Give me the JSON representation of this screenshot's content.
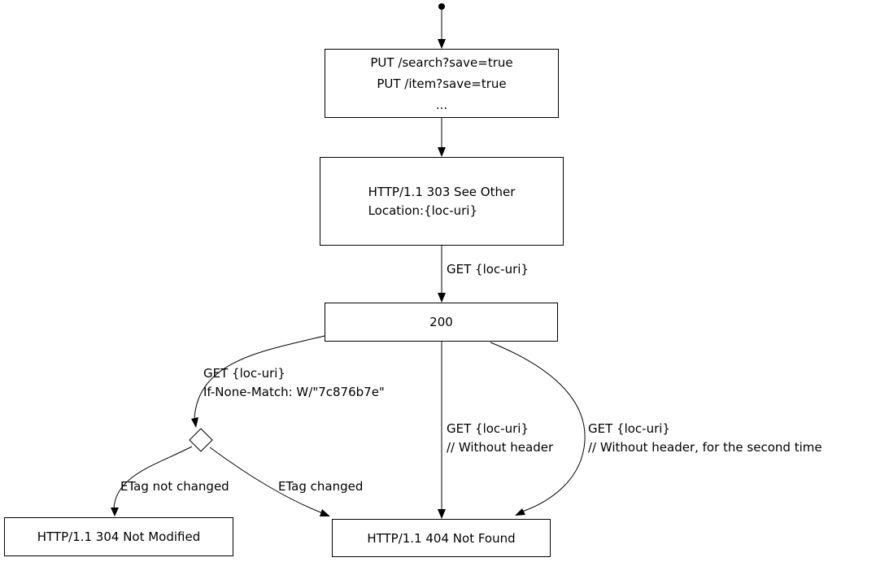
{
  "diagram": {
    "colors": {
      "ink": "#000000",
      "background": "#ffffff"
    },
    "nodes": {
      "put": {
        "lines": [
          "PUT /search?save=true",
          "PUT /item?save=true",
          "..."
        ]
      },
      "see_other": {
        "lines": [
          "HTTP/1.1 303 See Other",
          "Location:{loc-uri}"
        ]
      },
      "ok": {
        "label": "200"
      },
      "not_modified": {
        "label": "HTTP/1.1 304 Not Modified"
      },
      "not_found": {
        "label": "HTTP/1.1 404 Not Found"
      }
    },
    "edge_labels": {
      "get_loc_uri": "GET {loc-uri}",
      "conditional_get": {
        "lines": [
          "GET {loc-uri}",
          "If-None-Match: W/\"7c876b7e\""
        ]
      },
      "without_header": {
        "lines": [
          "GET {loc-uri}",
          "// Without header"
        ]
      },
      "without_header_second": {
        "lines": [
          "GET {loc-uri}",
          "// Without header, for the second time"
        ]
      },
      "etag_not_changed": "ETag not changed",
      "etag_changed": "ETag changed"
    }
  }
}
